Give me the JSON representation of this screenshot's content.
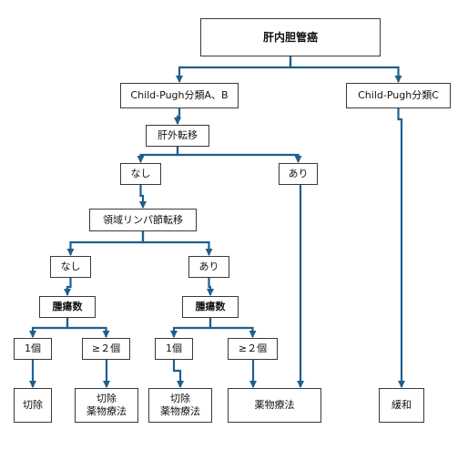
{
  "diagram": {
    "type": "flowchart",
    "line_color": "#1f5f8b",
    "nodes": {
      "root": "肝内胆管癌",
      "child_pugh_ab": "Child-Pugh分類A、B",
      "child_pugh_c": "Child-Pugh分類C",
      "extrahepatic_metastasis": "肝外転移",
      "extrahepatic_none": "なし",
      "extrahepatic_present": "あり",
      "regional_lymph_node_metastasis": "領域リンパ節転移",
      "lymph_none": "なし",
      "lymph_present": "あり",
      "tumor_count_left": "腫瘍数",
      "tumor_count_right": "腫瘍数",
      "left_single": "1個",
      "left_multiple": "≥２個",
      "right_single": "1個",
      "right_multiple": "≥２個",
      "resection": "切除",
      "resection_drug_left": "切除\n薬物療法",
      "resection_drug_right": "切除\n薬物療法",
      "drug_therapy": "薬物療法",
      "palliative": "緩和"
    },
    "edges": [
      [
        "root",
        "child_pugh_ab"
      ],
      [
        "root",
        "child_pugh_c"
      ],
      [
        "child_pugh_ab",
        "extrahepatic_metastasis"
      ],
      [
        "extrahepatic_metastasis",
        "extrahepatic_none"
      ],
      [
        "extrahepatic_metastasis",
        "extrahepatic_present"
      ],
      [
        "extrahepatic_none",
        "regional_lymph_node_metastasis"
      ],
      [
        "regional_lymph_node_metastasis",
        "lymph_none"
      ],
      [
        "regional_lymph_node_metastasis",
        "lymph_present"
      ],
      [
        "lymph_none",
        "tumor_count_left"
      ],
      [
        "lymph_present",
        "tumor_count_right"
      ],
      [
        "tumor_count_left",
        "left_single"
      ],
      [
        "tumor_count_left",
        "left_multiple"
      ],
      [
        "tumor_count_right",
        "right_single"
      ],
      [
        "tumor_count_right",
        "right_multiple"
      ],
      [
        "left_single",
        "resection"
      ],
      [
        "left_multiple",
        "resection_drug_left"
      ],
      [
        "right_single",
        "resection_drug_right"
      ],
      [
        "right_multiple",
        "drug_therapy"
      ],
      [
        "extrahepatic_present",
        "drug_therapy"
      ],
      [
        "child_pugh_c",
        "palliative"
      ]
    ]
  }
}
